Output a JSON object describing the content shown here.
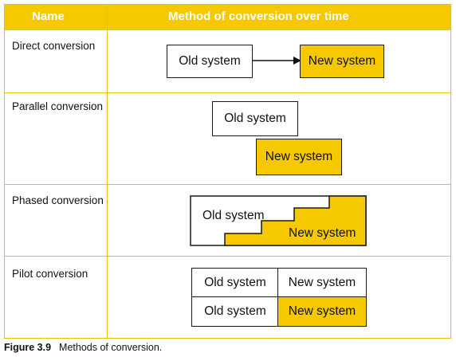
{
  "table": {
    "headers": {
      "name": "Name",
      "method": "Method of conversion over time"
    },
    "rows": [
      {
        "name": "Direct conversion",
        "old": "Old system",
        "new": "New system"
      },
      {
        "name": "Parallel conversion",
        "old": "Old system",
        "new": "New system"
      },
      {
        "name": "Phased conversion",
        "old": "Old system",
        "new": "New system"
      },
      {
        "name": "Pilot conversion",
        "cells": [
          "Old system",
          "New system",
          "Old system",
          "New system"
        ]
      }
    ]
  },
  "caption": {
    "label": "Figure 3.9",
    "text": "Methods of conversion."
  },
  "colors": {
    "accent": "#f5c800",
    "border": "#1a1a1a",
    "rule": "#e8c400"
  }
}
